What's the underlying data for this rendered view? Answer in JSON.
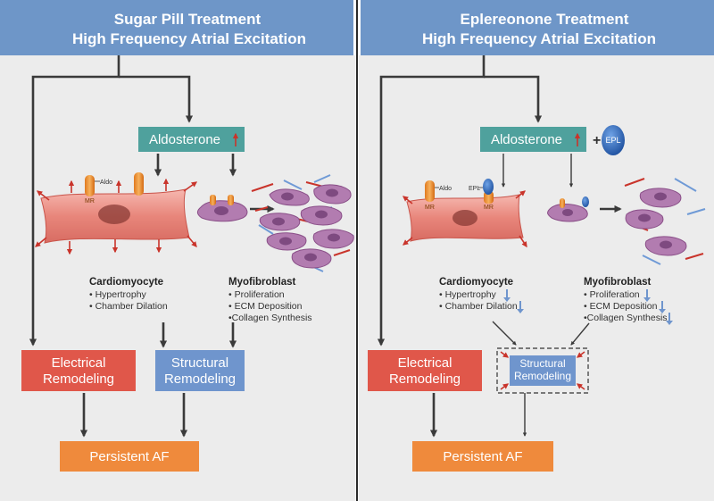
{
  "left_panel": {
    "header_line1": "Sugar Pill Treatment",
    "header_line2": "High Frequency Atrial Excitation",
    "aldosterone": "Aldosterone",
    "aldo_label": "Aldo",
    "mr_label": "MR",
    "cardiomyocyte": {
      "title": "Cardiomyocyte",
      "items": [
        "• Hypertrophy",
        "• Chamber Dilation"
      ]
    },
    "myofibroblast": {
      "title": "Myofibroblast",
      "items": [
        "• Proliferation",
        "• ECM Deposition",
        "•Collagen Synthesis"
      ]
    },
    "electrical": [
      "Electrical",
      "Remodeling"
    ],
    "structural": [
      "Structural",
      "Remodeling"
    ],
    "outcome": "Persistent AF"
  },
  "right_panel": {
    "header_line1": "Eplereonone Treatment",
    "header_line2": "High Frequency Atrial Excitation",
    "aldosterone": "Aldosterone",
    "plus": "+",
    "epl_label": "EPL",
    "aldo_label": "Aldo",
    "mr_label": "MR",
    "cardiomyocyte": {
      "title": "Cardiomyocyte",
      "items": [
        "• Hypertrophy",
        "• Chamber Dilation"
      ]
    },
    "myofibroblast": {
      "title": "Myofibroblast",
      "items": [
        "• Proliferation",
        "• ECM Deposition",
        "•Collagen Synthesis"
      ]
    },
    "electrical": [
      "Electrical",
      "Remodeling"
    ],
    "structural": [
      "Structural",
      "Remodeling"
    ],
    "outcome": "Persistent AF"
  },
  "colors": {
    "header_blue": "#6e96c8",
    "panel_gray": "#ececec",
    "aldosterone_teal": "#4fa19d",
    "electrical_red": "#e0574a",
    "structural_blue": "#6f95cd",
    "outcome_orange": "#ef8a3c",
    "up_arrow_red": "#c9342b",
    "down_arrow_blue": "#6f95cd"
  }
}
